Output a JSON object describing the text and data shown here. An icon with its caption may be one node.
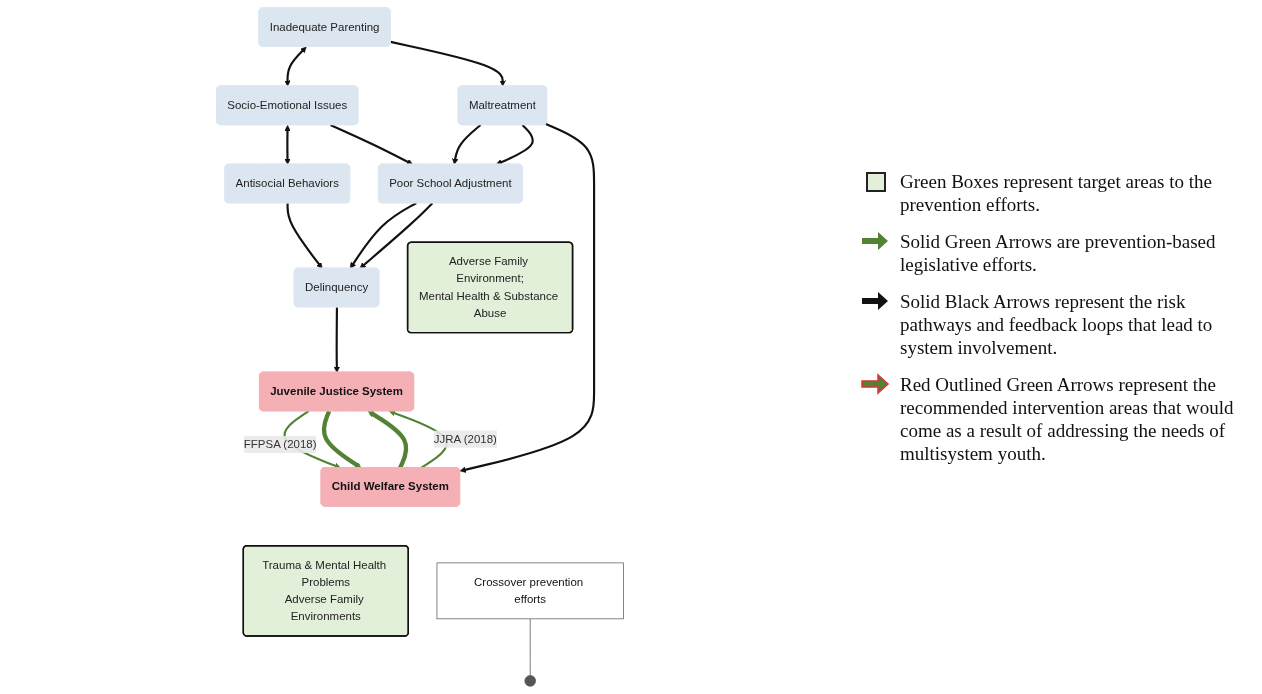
{
  "diagram": {
    "nodes": [
      {
        "text": [
          "Inadequate Parenting"
        ]
      },
      {
        "text": [
          "Socio-Emotional Issues"
        ]
      },
      {
        "text": [
          "Antisocial Behaviors"
        ]
      },
      {
        "text": [
          "Maltreatment"
        ]
      },
      {
        "text": [
          "Poor School Adjustment"
        ]
      },
      {
        "text": [
          "Delinquency"
        ]
      },
      {
        "text": [
          "Adverse Family Environment;",
          "Mental Health & Substance Abuse"
        ]
      },
      {
        "text": [
          "Child Welfare System"
        ]
      },
      {
        "text": [
          "Juvenile Justice System"
        ]
      },
      {
        "text": [
          "Trauma & Mental Health Problems",
          "Adverse Family Environments"
        ]
      },
      {
        "text": [
          "Crossover prevention efforts"
        ]
      }
    ],
    "edges": [
      {
        "from": 0,
        "to": 1,
        "arrow": "both"
      },
      {
        "from": 1,
        "to": 2,
        "arrow": "both"
      },
      {
        "from": 0,
        "to": 3,
        "arrow": "to"
      },
      {
        "from": 1,
        "to": 4,
        "arrow": "to"
      },
      {
        "from": 2,
        "to": 5,
        "arrow": "to"
      },
      {
        "from": 3,
        "to": 4,
        "arrow": "to"
      },
      {
        "from": 4,
        "to": 5,
        "arrow": "to"
      },
      {
        "from": 3,
        "to": 4,
        "arrow": "to"
      },
      {
        "from": 4,
        "to": 5,
        "arrow": "to"
      },
      {
        "from": 3,
        "to": 7,
        "arrow": "to"
      },
      {
        "from": 5,
        "to": 8,
        "arrow": "to"
      },
      {
        "from": 7,
        "to": 8,
        "arrow": "to",
        "style": "thick",
        "color": "#548235"
      },
      {
        "from": 7,
        "to": 8,
        "label": "JJRA (2018)",
        "arrow": "to",
        "color": "#548235"
      },
      {
        "from": 8,
        "to": 7,
        "label": "FFPSA (2018)",
        "arrow": "to",
        "color": "#548235"
      },
      {
        "from": 8,
        "to": 7,
        "arrow": "to",
        "style": "thick",
        "color": "#548235"
      },
      {
        "from": 10,
        "to": null,
        "arrow": "none"
      }
    ],
    "legend": [
      {
        "text": "Green Boxes represent target areas to the prevention efforts.",
        "color": "#e2efd9"
      },
      {
        "text": "Solid Green Arrows are prevention-based legislative efforts."
      },
      {
        "text": "Solid Black Arrows represent the risk pathways and feedback loops that lead to system involvement."
      },
      {
        "text": "Red Outlined Green Arrows represent the recommended intervention areas that would come as a result of addressing the needs of multisystem youth."
      }
    ]
  }
}
